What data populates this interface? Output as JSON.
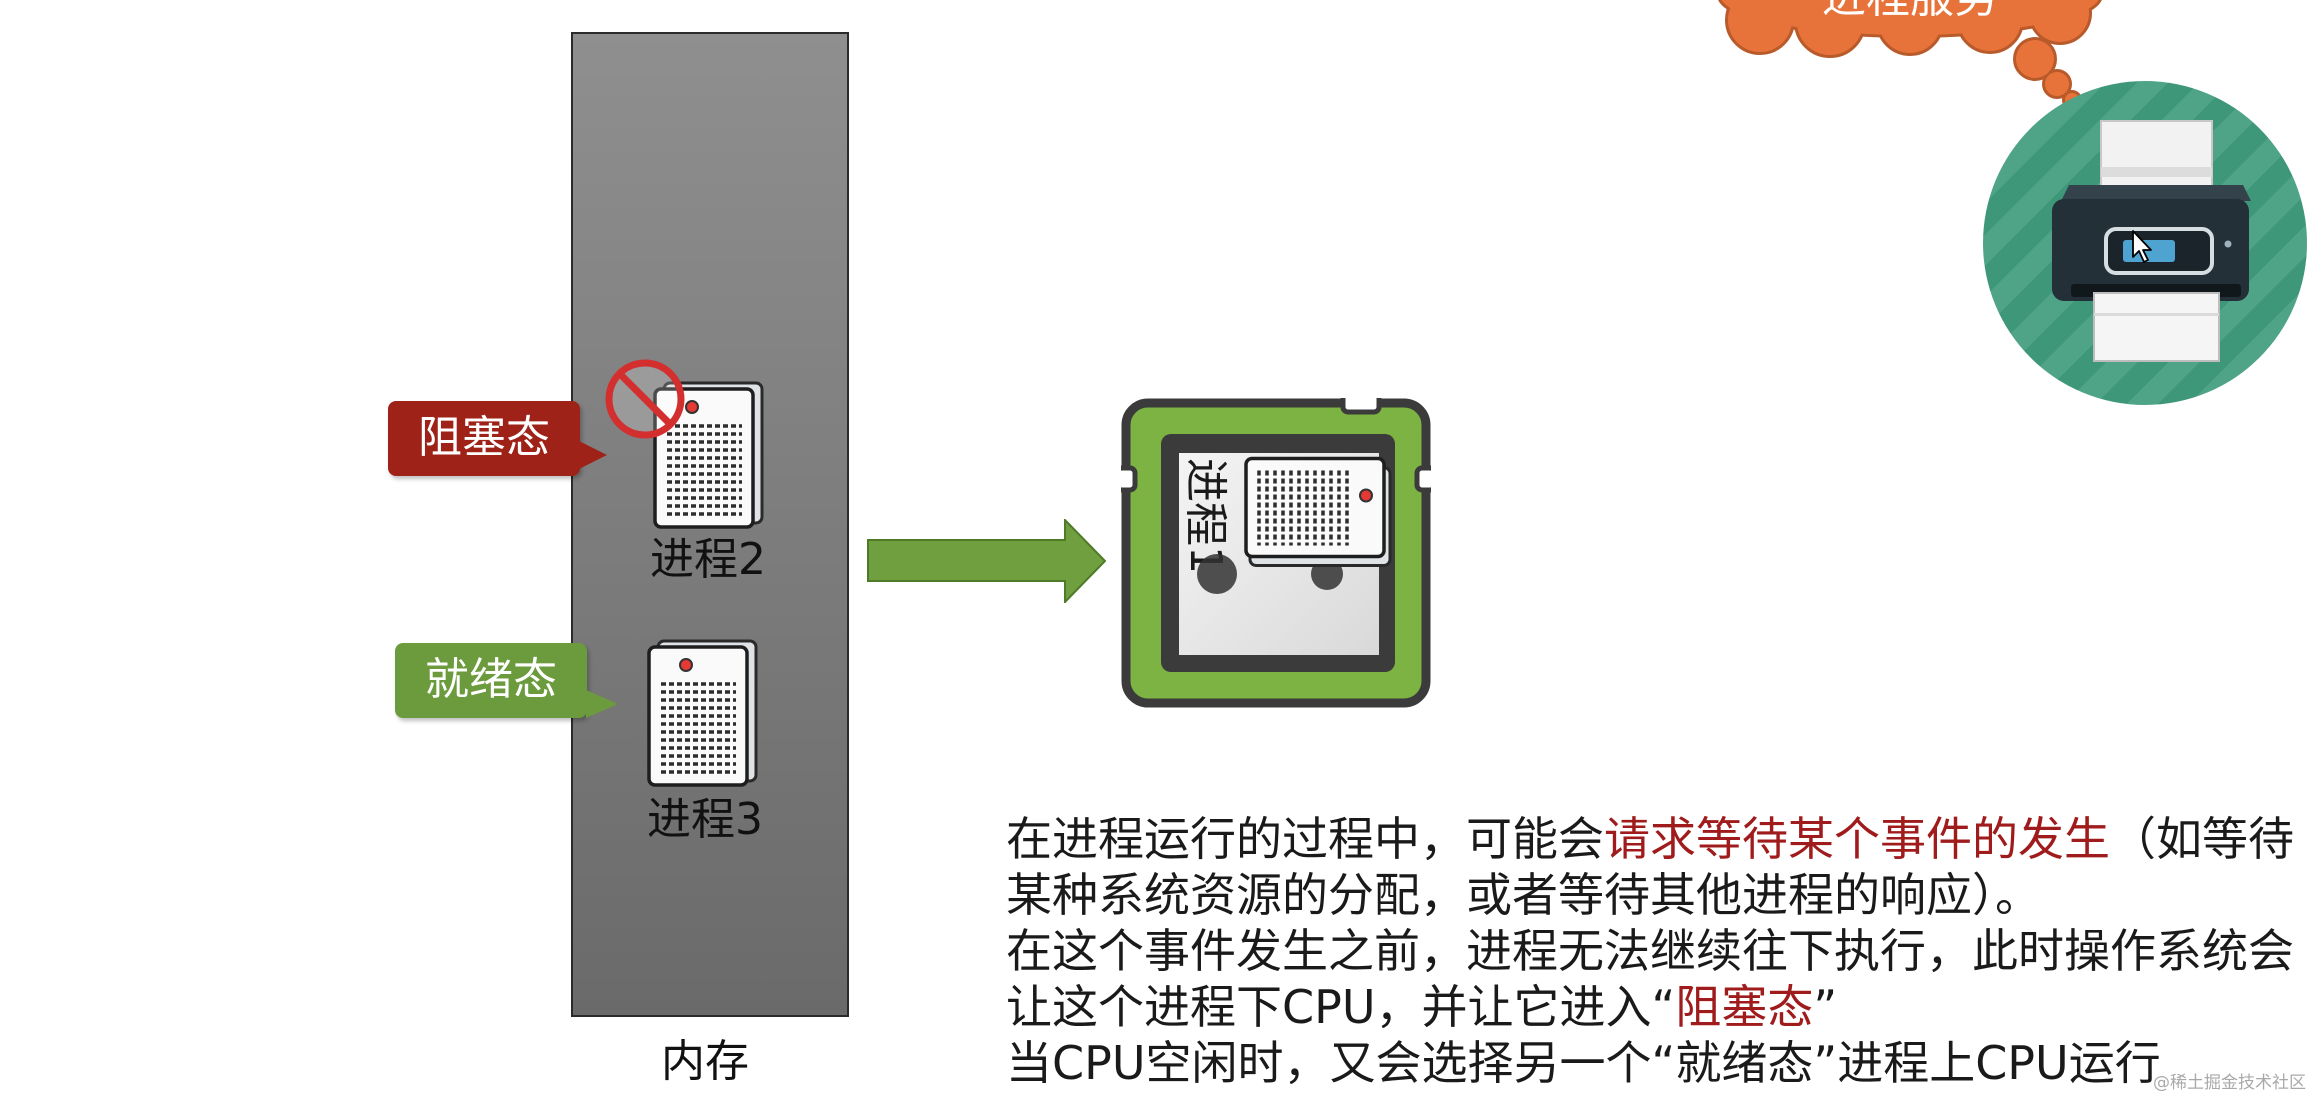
{
  "memory": {
    "label": "内存"
  },
  "processes": [
    {
      "name": "进程2",
      "state": "阻塞态",
      "state_color": "#9e2217"
    },
    {
      "name": "进程3",
      "state": "就绪态",
      "state_color": "#6b9b3d"
    }
  ],
  "cpu": {
    "process": "进程1",
    "chip_color": "#7cb342"
  },
  "thought_bubble": {
    "text": "进程服务",
    "color": "#e8733a"
  },
  "printer": {
    "icon": "printer-icon",
    "circle_color": "#3f977a"
  },
  "arrow": {
    "color": "#6f9f3f"
  },
  "explanation": {
    "highlight_color": "#a01c1c",
    "lines": [
      {
        "before": "在进程运行的过程中，可能会",
        "highlight": "请求等待某个事件的发生",
        "after": "（如等待"
      },
      {
        "before": "某种系统资源的分配，或者等待其他进程的响应）。",
        "highlight": "",
        "after": ""
      },
      {
        "before": "在这个事件发生之前，进程无法继续往下执行，此时操作系统会",
        "highlight": "",
        "after": ""
      },
      {
        "before": "让这个进程下CPU，并让它进入“",
        "highlight": "阻塞态",
        "after": "”"
      },
      {
        "before": "当CPU空闲时，又会选择另一个“就绪态”进程上CPU运行",
        "highlight": "",
        "after": ""
      }
    ]
  },
  "watermark": "@稀土掘金技术社区"
}
